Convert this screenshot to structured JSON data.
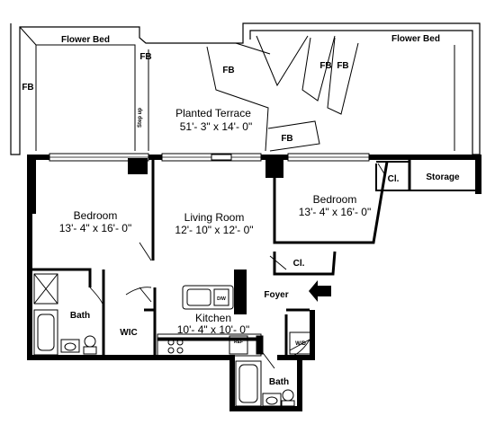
{
  "terrace": {
    "flower_bed_left": "Flower Bed",
    "flower_bed_right": "Flower Bed",
    "fb_left": "FB",
    "fb_upper_left": "FB",
    "fb_center": "FB",
    "fb_right_a": "FB",
    "fb_right_b": "FB",
    "fb_bottom": "FB",
    "step_up": "Step up",
    "name": "Planted Terrace",
    "dims": "51'- 3\" x 14'- 0\""
  },
  "rooms": {
    "bedroom_left": {
      "name": "Bedroom",
      "dims": "13'- 4\" x 16'- 0\""
    },
    "living_room": {
      "name": "Living Room",
      "dims": "12'- 10\" x 12'- 0\""
    },
    "bedroom_right": {
      "name": "Bedroom",
      "dims": "13'- 4\" x 16'- 0\""
    },
    "closet_top": "Cl.",
    "storage": "Storage",
    "closet_mid": "Cl.",
    "foyer": "Foyer",
    "bath_left": "Bath",
    "wic": "WIC",
    "kitchen": {
      "name": "Kitchen",
      "dims": "10'- 4\" x 10'- 0\""
    },
    "bath_lower": "Bath"
  },
  "fixtures": {
    "dw": "D/W",
    "ref": "REF",
    "wd": "W/D"
  }
}
